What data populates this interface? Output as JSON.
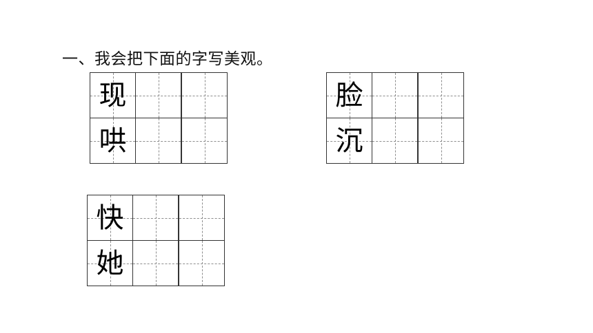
{
  "instruction": "一、我会把下面的字写美观。",
  "groups": [
    {
      "chars": [
        "现",
        "哄"
      ]
    },
    {
      "chars": [
        "脸",
        "沉"
      ]
    },
    {
      "chars": [
        "快",
        "她"
      ]
    }
  ]
}
